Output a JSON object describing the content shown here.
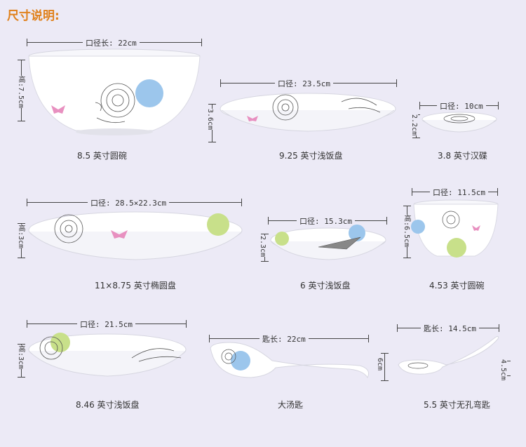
{
  "title": "尺寸说明:",
  "items": [
    {
      "caption": "8.5 英寸圆碗",
      "width_label": "口径长: 22cm",
      "height_label": "高:7.5cm"
    },
    {
      "caption": "9.25 英寸浅饭盘",
      "width_label": "口径: 23.5cm",
      "height_label": "3.6cm"
    },
    {
      "caption": "3.8 英寸汉碟",
      "width_label": "口径: 10cm",
      "height_label": "2.2cm"
    },
    {
      "caption": "11×8.75 英寸椭圆盘",
      "width_label": "口径: 28.5×22.3cm",
      "height_label": "高:3cm"
    },
    {
      "caption": "6 英寸浅饭盘",
      "width_label": "口径: 15.3cm",
      "height_label": "2.3cm"
    },
    {
      "caption": "4.53 英寸圆碗",
      "width_label": "口径: 11.5cm",
      "height_label": "高:6.5cm"
    },
    {
      "caption": "8.46 英寸浅饭盘",
      "width_label": "口径: 21.5cm",
      "height_label": "高:3cm"
    },
    {
      "caption": "大汤匙",
      "width_label": "匙长: 22cm",
      "height_label": "6cm"
    },
    {
      "caption": "5.5 英寸无孔弯匙",
      "width_label": "匙长: 14.5cm",
      "height_label": "4.5cm"
    }
  ]
}
